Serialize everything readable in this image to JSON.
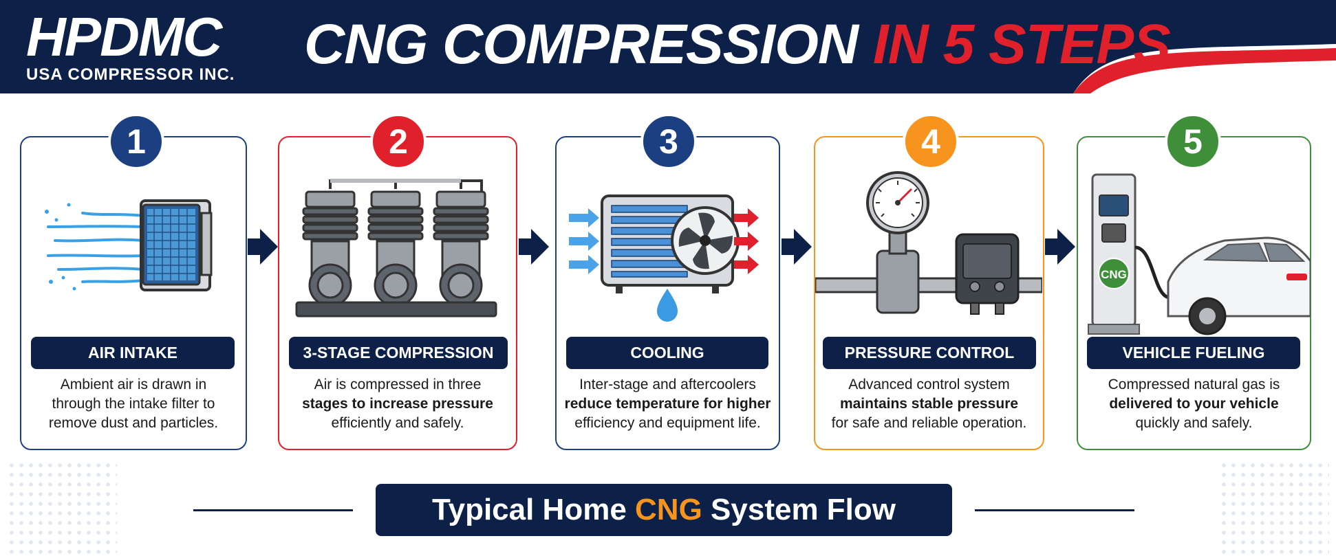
{
  "header": {
    "logo_main": "HPDMC",
    "logo_sub": "USA COMPRESSOR INC.",
    "title_white": "CNG COMPRESSION",
    "title_red": "IN 5 STEPS"
  },
  "colors": {
    "navy": "#0d2148",
    "red": "#e0202a",
    "blue_step": "#1c3f82",
    "orange": "#f7941d",
    "green": "#3f8f3a"
  },
  "steps": [
    {
      "number": "1",
      "title": "AIR INTAKE",
      "desc": [
        "Ambient air is drawn in",
        "through the intake filter to",
        "remove dust and particles."
      ],
      "color": "#1c3f82",
      "icon": "air-filter-icon"
    },
    {
      "number": "2",
      "title": "3-STAGE COMPRESSION",
      "desc": [
        "Air is compressed in three",
        "stages to increase pressure",
        "efficiently and safely."
      ],
      "color": "#e0202a",
      "icon": "compressor-cylinders-icon"
    },
    {
      "number": "3",
      "title": "COOLING",
      "desc": [
        "Inter-stage and aftercoolers",
        "reduce temperature for higher",
        "efficiency and equipment life."
      ],
      "color": "#1c3f82",
      "icon": "cooler-fan-icon"
    },
    {
      "number": "4",
      "title": "PRESSURE CONTROL",
      "desc": [
        "Advanced control system",
        "maintains stable pressure",
        "for safe and reliable operation."
      ],
      "color": "#f7941d",
      "icon": "pressure-gauge-icon"
    },
    {
      "number": "5",
      "title": "VEHICLE FUELING",
      "desc": [
        "Compressed natural gas is",
        "delivered to your vehicle",
        "quickly and safely."
      ],
      "color": "#3f8f3a",
      "icon": "fuel-dispenser-car-icon",
      "pump_label": "CNG"
    }
  ],
  "flow": {
    "pre": "Typical Home ",
    "accent": "CNG",
    "post": " System Flow"
  }
}
